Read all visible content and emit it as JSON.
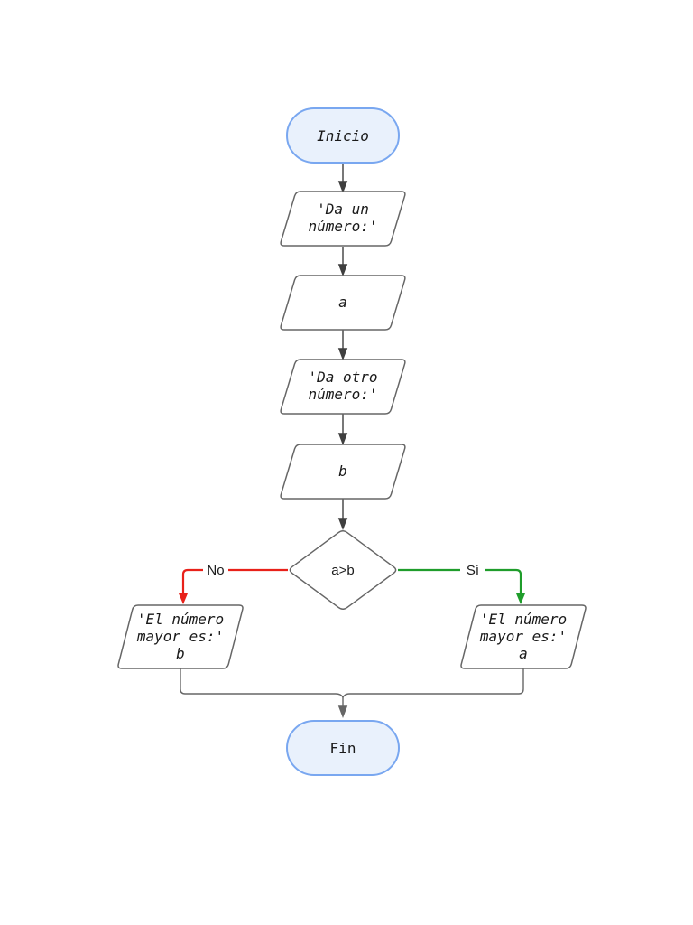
{
  "diagram": {
    "nodes": {
      "start": {
        "label": "Inicio"
      },
      "prompt_first": {
        "lines": [
          "'Da un",
          "número:'"
        ]
      },
      "input_a": {
        "label": "a"
      },
      "prompt_second": {
        "lines": [
          "'Da otro",
          "número:'"
        ]
      },
      "input_b": {
        "label": "b"
      },
      "decision": {
        "label": "a>b"
      },
      "result_b": {
        "lines": [
          "'El número",
          "mayor es:'",
          "b"
        ]
      },
      "result_a": {
        "lines": [
          "'El número",
          "mayor es:'",
          "a"
        ]
      },
      "end": {
        "label": "Fin"
      }
    },
    "edges": {
      "no": {
        "label": "No",
        "color": "#e8211a"
      },
      "yes": {
        "label": "Sí",
        "color": "#1f9d2b"
      }
    },
    "colors": {
      "terminator_fill": "#e9f1fc",
      "terminator_stroke": "#79a7f0",
      "shape_fill": "#ffffff",
      "shape_stroke": "#666666",
      "connector": "#3f3f3f",
      "merge_connector": "#666666",
      "text": "#1a1a1a"
    }
  }
}
